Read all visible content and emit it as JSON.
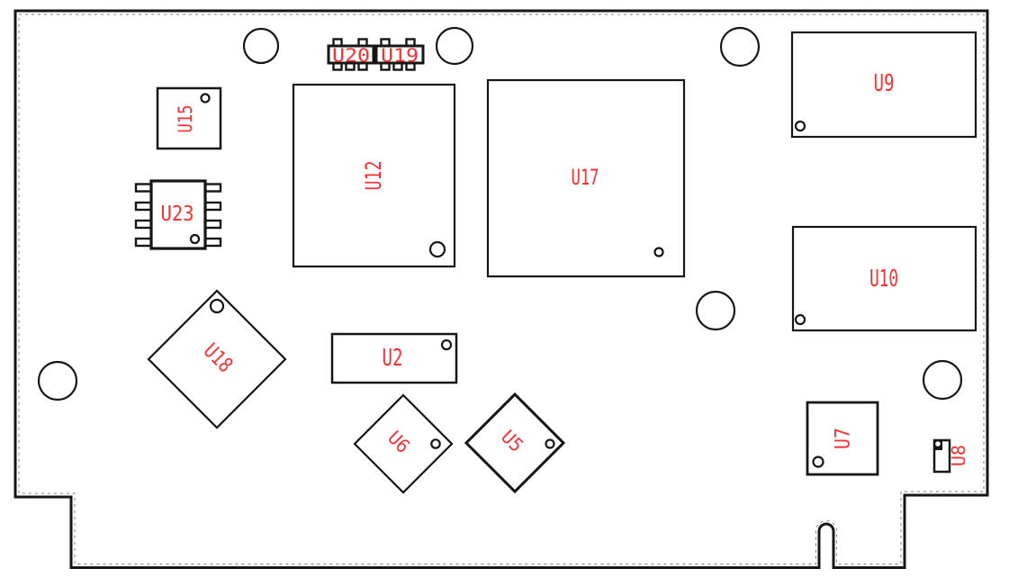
{
  "colors": {
    "label": "#ff2f2f",
    "outline": "#161616",
    "background": "#ffffff"
  },
  "board": {
    "type": "pcb-component-placement-drawing",
    "hole_count": 6
  },
  "components": {
    "u20": {
      "ref": "U20"
    },
    "u19": {
      "ref": "U19"
    },
    "u15": {
      "ref": "U15"
    },
    "u23": {
      "ref": "U23"
    },
    "u12": {
      "ref": "U12"
    },
    "u17": {
      "ref": "U17"
    },
    "u9": {
      "ref": "U9"
    },
    "u10": {
      "ref": "U10"
    },
    "u18": {
      "ref": "U18"
    },
    "u2": {
      "ref": "U2"
    },
    "u6": {
      "ref": "U6"
    },
    "u5": {
      "ref": "U5"
    },
    "u7": {
      "ref": "U7"
    },
    "u8": {
      "ref": "U8"
    }
  }
}
